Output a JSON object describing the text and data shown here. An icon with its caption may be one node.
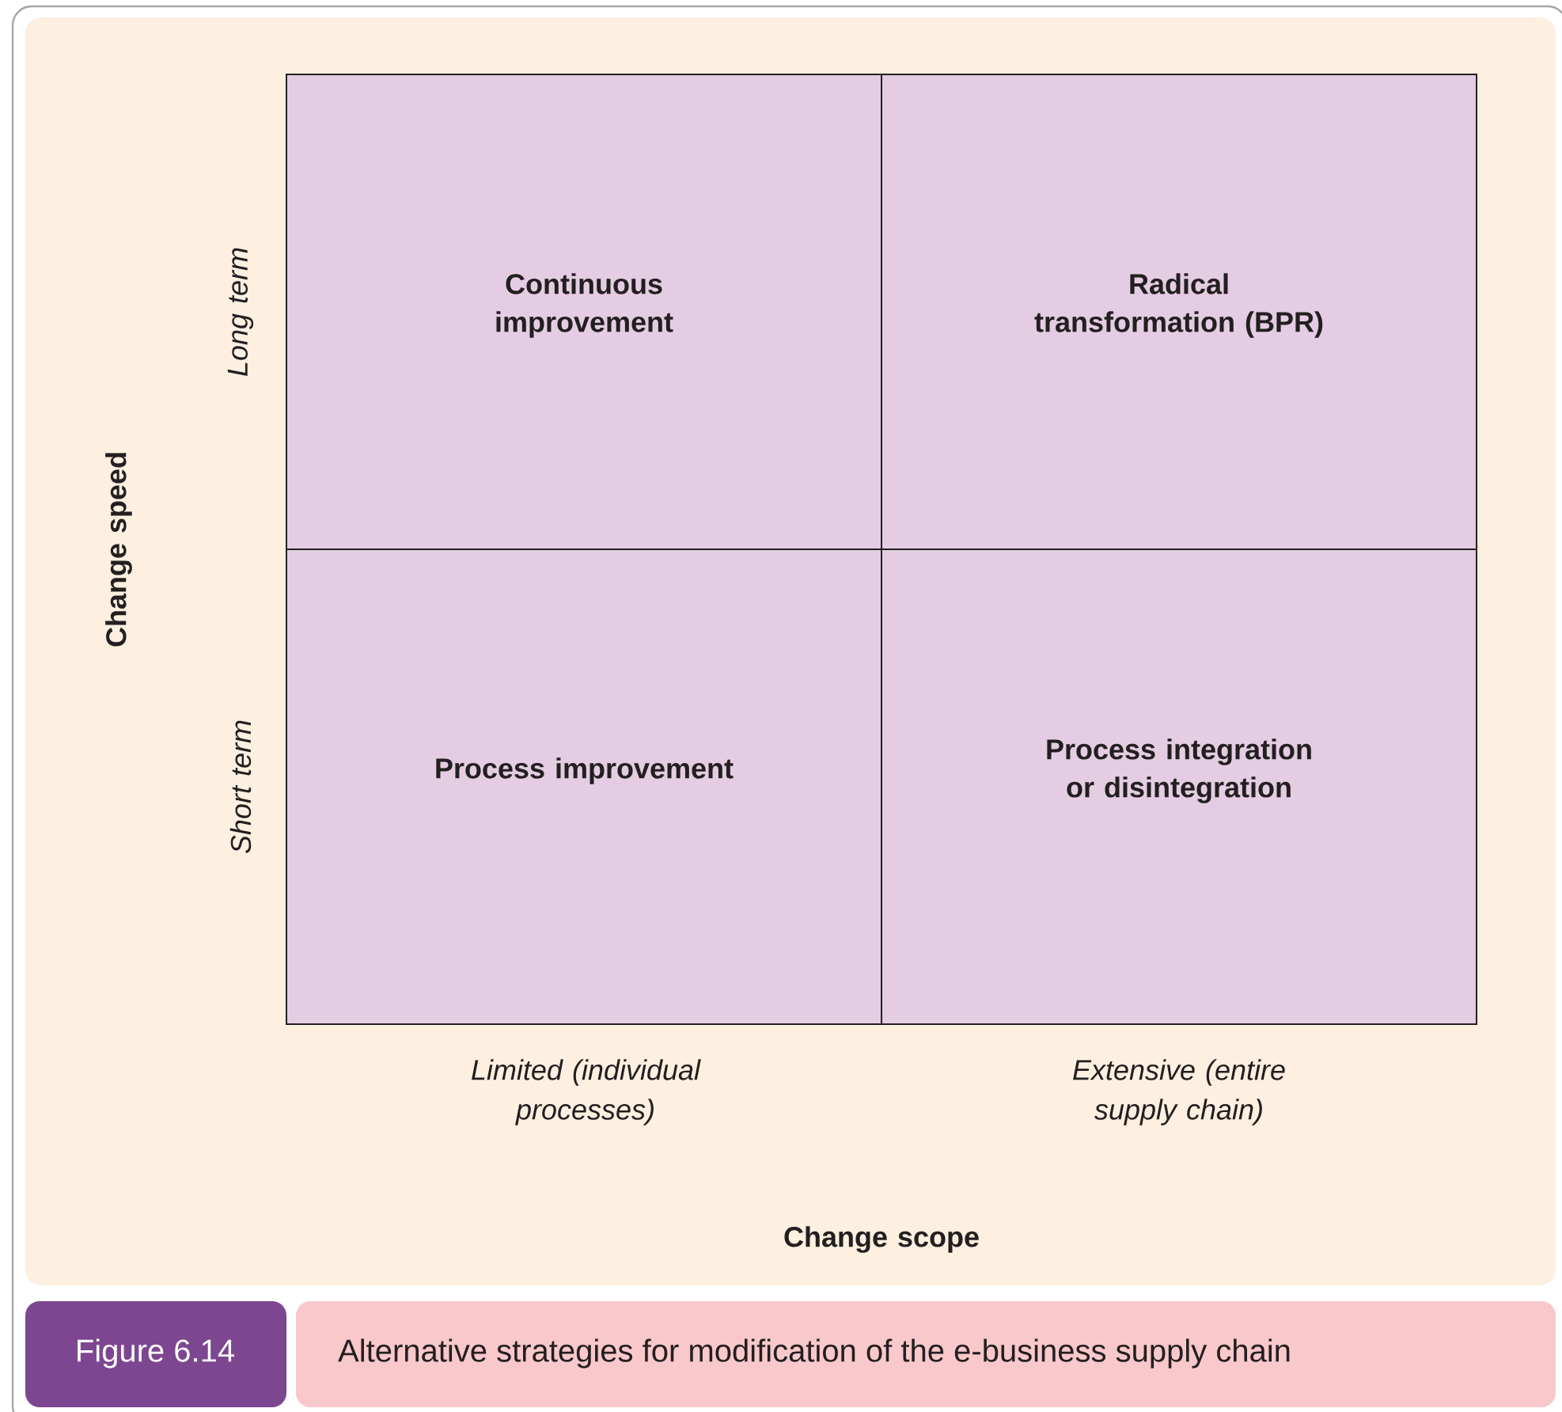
{
  "diagram": {
    "caption": "Alternative strategies for modification of the e-business supply chain",
    "nodes": [
      {
        "text": [
          "Continuous improvement"
        ]
      },
      {
        "text": [
          "Radical transformation (BPR)"
        ]
      },
      {
        "text": [
          "Process improvement"
        ]
      },
      {
        "text": [
          "Process integration or disintegration"
        ]
      }
    ],
    "edges": [],
    "labels": [
      "Long term",
      "Short term",
      "Change speed",
      "Limited (individual processes)",
      "Extensive (entire supply chain)",
      "Change scope",
      "Figure 6.14"
    ]
  }
}
